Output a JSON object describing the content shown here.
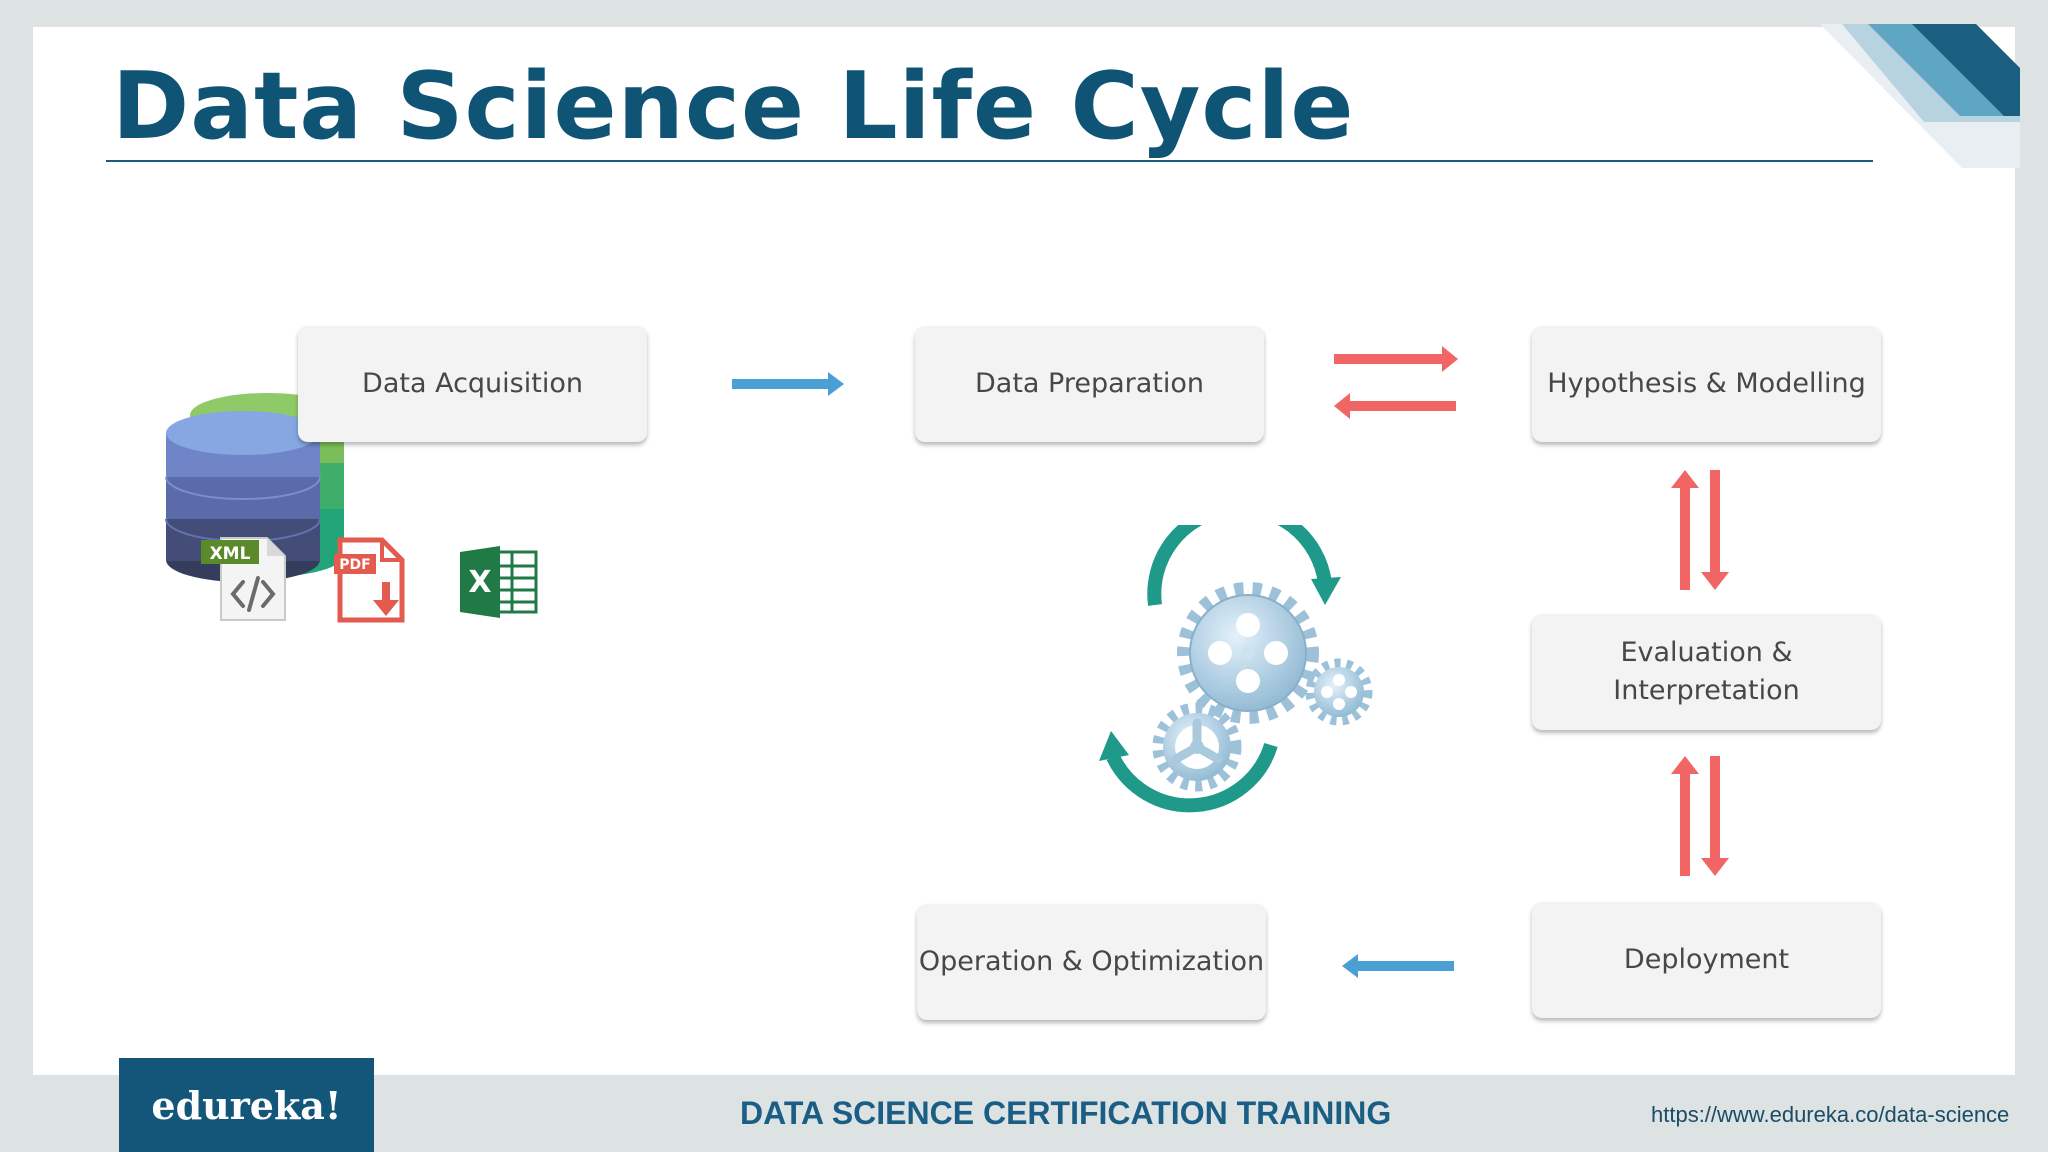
{
  "slide": {
    "title": "Data Science Life Cycle"
  },
  "stages": {
    "acquisition": "Data Acquisition",
    "preparation": "Data Preparation",
    "hypothesis": "Hypothesis & Modelling",
    "evaluation": "Evaluation & Interpretation",
    "deployment": "Deployment",
    "operation": "Operation & Optimization"
  },
  "file_badges": {
    "xml": "XML",
    "pdf": "PDF",
    "excel": "X"
  },
  "footer": {
    "logo": "edureka!",
    "course": "DATA SCIENCE CERTIFICATION TRAINING",
    "url": "https://www.edureka.co/data-science"
  },
  "colors": {
    "title": "#0f5475",
    "blue_arrow": "#4a9fd4",
    "red_arrow": "#f26565",
    "cycle_arrow": "#1f9a8a",
    "footer_logo_bg": "#14567a",
    "footer_text": "#1a5e85"
  },
  "icons": [
    "database-icon",
    "xml-file-icon",
    "pdf-file-icon",
    "excel-file-icon",
    "gears-cycle-icon"
  ]
}
